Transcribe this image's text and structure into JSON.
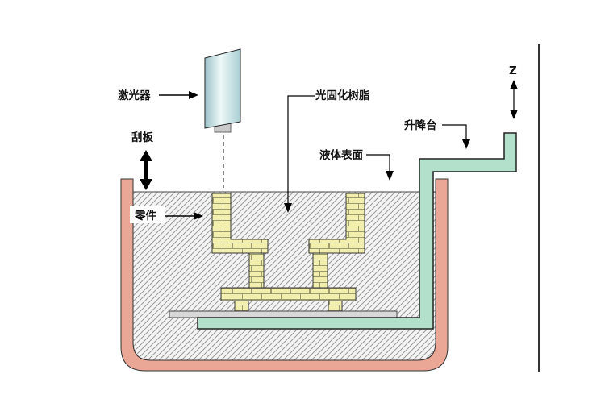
{
  "diagram": {
    "labels": {
      "laser": "激光器",
      "scraper": "刮板",
      "resin": "光固化树脂",
      "surface": "液体表面",
      "platform": "升降台",
      "part": "零件",
      "z_axis": "Z"
    },
    "colors": {
      "tank_wall": "#eaa795",
      "platform": "#b2e0cb",
      "part": "#f2efae",
      "laser_body": "#cfe8ea",
      "hatch_lines": "#9a9a9a",
      "build_plate": "#d8d8d8",
      "background": "#ffffff"
    }
  }
}
